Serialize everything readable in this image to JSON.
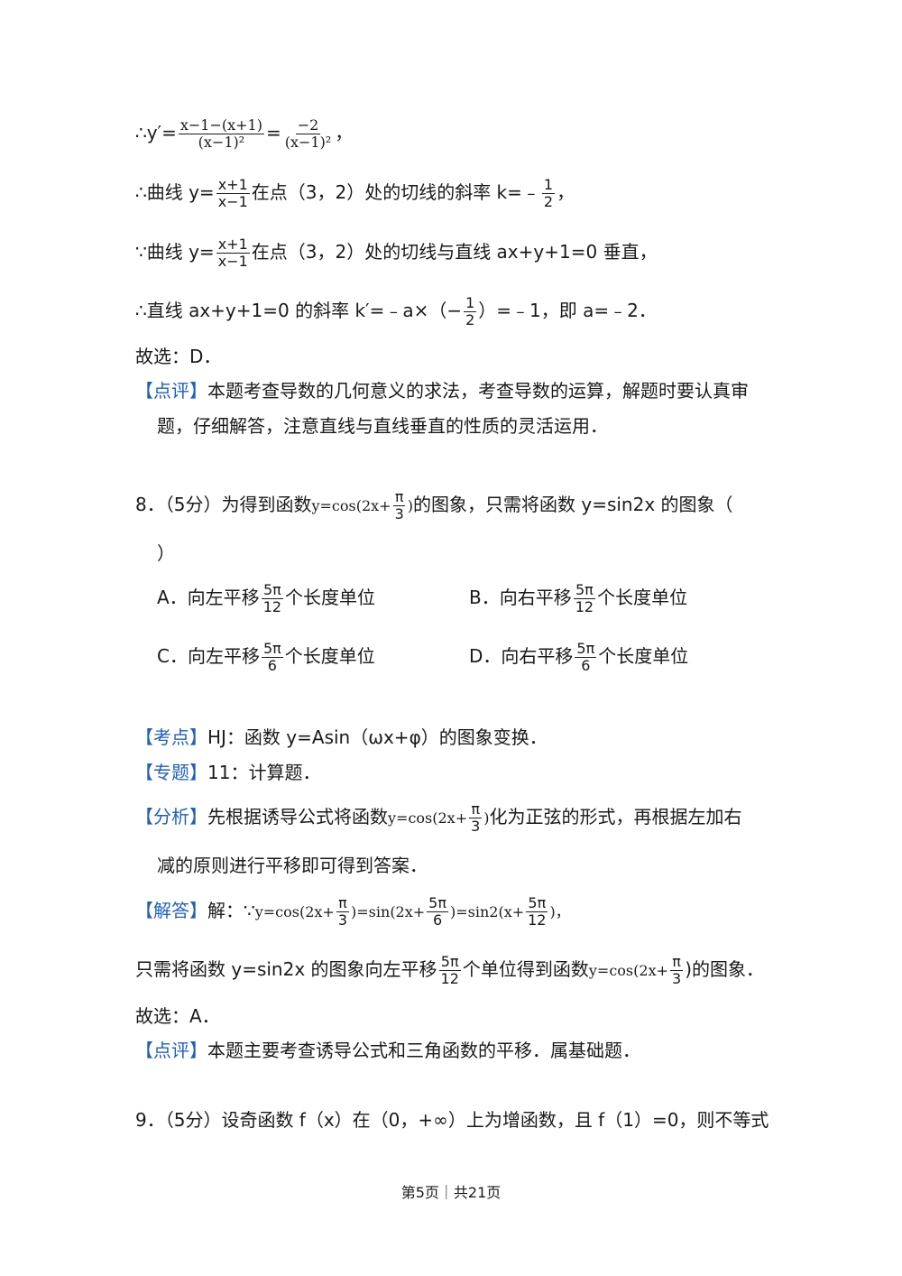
{
  "l1": {
    "pre": "∴y′=",
    "f1_num": "x−1−(x+1)",
    "f1_den": "(x−1)²",
    "eq": "=",
    "f2_num": "−2",
    "f2_den": "(x−1)²",
    "post": "，"
  },
  "l2": {
    "pre": "∴曲线 y=",
    "f_num": "x+1",
    "f_den": "x−1",
    "mid": "在点（3，2）处的切线的斜率 k=﹣",
    "k_num": "1",
    "k_den": "2",
    "post": "，"
  },
  "l3": {
    "pre": "∵曲线 y=",
    "f_num": "x+1",
    "f_den": "x−1",
    "post": "在点（3，2）处的切线与直线 ax+y+1=0 垂直，"
  },
  "l4": {
    "pre": "∴直线 ax+y+1=0 的斜率 k′=﹣a×（−",
    "f_num": "1",
    "f_den": "2",
    "post": "）=﹣1，即 a=﹣2．"
  },
  "l5": "故选：D．",
  "review1": {
    "tag": "【点评】",
    "text": "本题考查导数的几何意义的求法，考查导数的运算，解题时要认真审",
    "cont": "题，仔细解答，注意直线与直线垂直的性质的灵活运用．"
  },
  "q8": {
    "pre": "8．（5分）为得到函数",
    "func": "y=cos(2x+",
    "f_num": "π",
    "f_den": "3",
    "func_close": ")",
    "post": "的图象，只需将函数 y=sin2x 的图象（",
    "paren": "）",
    "options": [
      {
        "label": "A．向左平移",
        "num": "5π",
        "den": "12",
        "suffix": "个长度单位"
      },
      {
        "label": "B．向右平移",
        "num": "5π",
        "den": "12",
        "suffix": "个长度单位"
      },
      {
        "label": "C．向左平移",
        "num": "5π",
        "den": "6",
        "suffix": "个长度单位"
      },
      {
        "label": "D．向右平移",
        "num": "5π",
        "den": "6",
        "suffix": "个长度单位"
      }
    ]
  },
  "kaodian": {
    "tag": "【考点】",
    "text": "HJ：函数 y=Asin（ωx+φ）的图象变换．"
  },
  "zhuanti": {
    "tag": "【专题】",
    "text": "11：计算题．"
  },
  "fenxi": {
    "tag": "【分析】",
    "pre": "先根据诱导公式将函数",
    "func": "y=cos(2x+",
    "f_num": "π",
    "f_den": "3",
    "func_close": ")",
    "post": "化为正弦的形式，再根据左加右",
    "cont": "减的原则进行平移即可得到答案．"
  },
  "jieda": {
    "tag": "【解答】",
    "pre": "解：∵",
    "a": "y=cos(2x+",
    "a_num": "π",
    "a_den": "3",
    "b": ")=sin(2x+",
    "b_num": "5π",
    "b_den": "6",
    "c": ")=sin2(x+",
    "c_num": "5π",
    "c_den": "12",
    "d": ")，"
  },
  "l_shift": {
    "pre": "只需将函数 y=sin2x 的图象向左平移",
    "s_num": "5π",
    "s_den": "12",
    "mid": "个单位得到函数",
    "func": "y=cos(2x+",
    "f_num": "π",
    "f_den": "3",
    "post": ")的图象．"
  },
  "l_choose": "故选：A．",
  "review2": {
    "tag": "【点评】",
    "text": "本题主要考查诱导公式和三角函数的平移．属基础题．"
  },
  "q9": "9．（5分）设奇函数 f（x）在（0，+∞）上为增函数，且 f（1）=0，则不等式",
  "footer": "第5页｜共21页",
  "colors": {
    "tag": "#1f5fbf",
    "text": "#1a1a1a"
  }
}
